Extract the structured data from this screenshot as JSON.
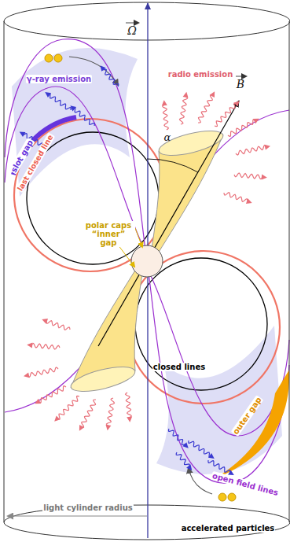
{
  "diagram": {
    "labels": [
      "Ω",
      "B",
      "α",
      "γ-ray emission",
      "radio emission",
      "slot gap",
      "last closed line",
      "polar caps “inner” gap",
      "closed lines",
      "outer gap",
      "open field lines",
      "light cylinder radius",
      "accelerated particles"
    ]
  }
}
